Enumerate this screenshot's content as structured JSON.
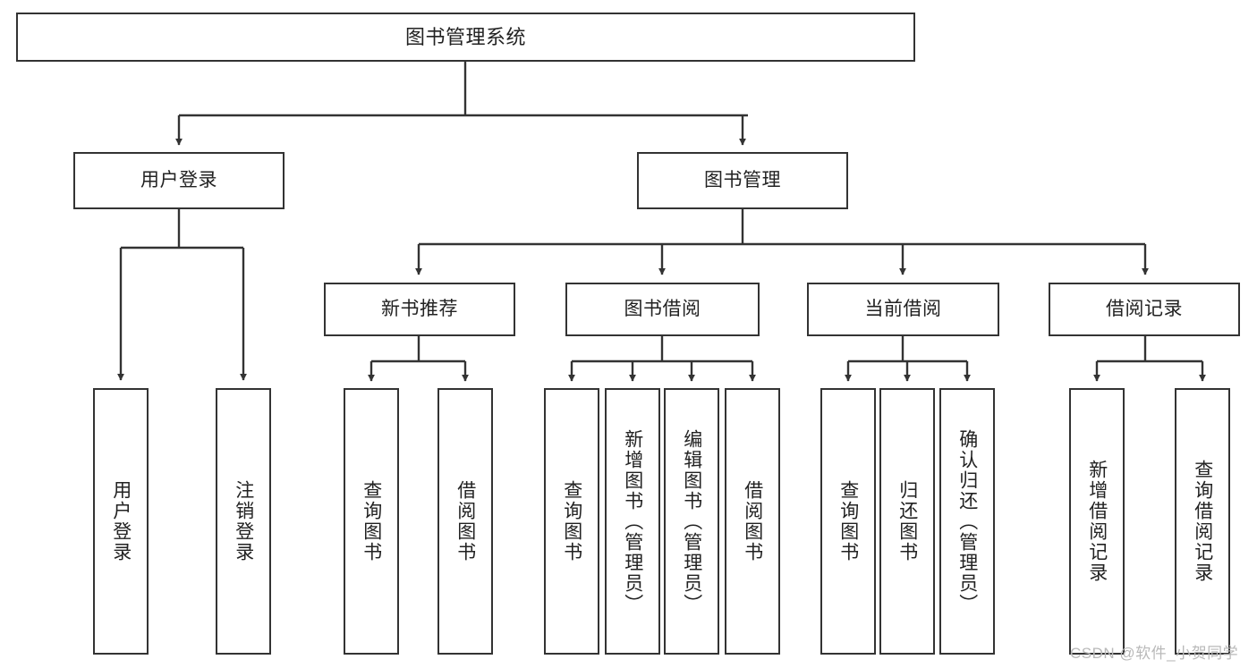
{
  "diagram": {
    "title": "图书管理系统",
    "type": "tree-hierarchy",
    "orientation": "top-down",
    "style": {
      "box_fill": "#ffffff",
      "box_border": "#333333",
      "edge_color": "#333333",
      "text_color": "#222222",
      "background": "#ffffff",
      "watermark_color": "#b9b9b9"
    },
    "watermark": "CSDN @软件_小贺同学",
    "nodes": {
      "root": {
        "label": "图书管理系统",
        "level": 1
      },
      "l2": [
        {
          "id": "user_login",
          "label": "用户登录",
          "level": 2
        },
        {
          "id": "book_manage",
          "label": "图书管理",
          "level": 2
        }
      ],
      "l3": [
        {
          "id": "new_book_rec",
          "label": "新书推荐",
          "level": 3,
          "parent": "book_manage"
        },
        {
          "id": "book_borrow",
          "label": "图书借阅",
          "level": 3,
          "parent": "book_manage"
        },
        {
          "id": "current_borrow",
          "label": "当前借阅",
          "level": 3,
          "parent": "book_manage"
        },
        {
          "id": "borrow_record",
          "label": "借阅记录",
          "level": 3,
          "parent": "book_manage"
        }
      ],
      "leaves": [
        {
          "id": "leaf_user_login",
          "label": "用户登录",
          "parent": "user_login"
        },
        {
          "id": "leaf_logout",
          "label": "注销登录",
          "parent": "user_login"
        },
        {
          "id": "leaf_query_book_1",
          "label": "查询图书",
          "parent": "new_book_rec"
        },
        {
          "id": "leaf_borrow_book_1",
          "label": "借阅图书",
          "parent": "new_book_rec"
        },
        {
          "id": "leaf_query_book_2",
          "label": "查询图书",
          "parent": "book_borrow"
        },
        {
          "id": "leaf_add_book",
          "label": "新增图书（管理员）",
          "parent": "book_borrow"
        },
        {
          "id": "leaf_edit_book",
          "label": "编辑图书（管理员）",
          "parent": "book_borrow"
        },
        {
          "id": "leaf_borrow_book_2",
          "label": "借阅图书",
          "parent": "book_borrow"
        },
        {
          "id": "leaf_query_book_3",
          "label": "查询图书",
          "parent": "current_borrow"
        },
        {
          "id": "leaf_return_book",
          "label": "归还图书",
          "parent": "current_borrow"
        },
        {
          "id": "leaf_confirm_return",
          "label": "确认归还（管理员）",
          "parent": "current_borrow"
        },
        {
          "id": "leaf_add_record",
          "label": "新增借阅记录",
          "parent": "borrow_record"
        },
        {
          "id": "leaf_query_record",
          "label": "查询借阅记录",
          "parent": "borrow_record"
        }
      ]
    }
  }
}
